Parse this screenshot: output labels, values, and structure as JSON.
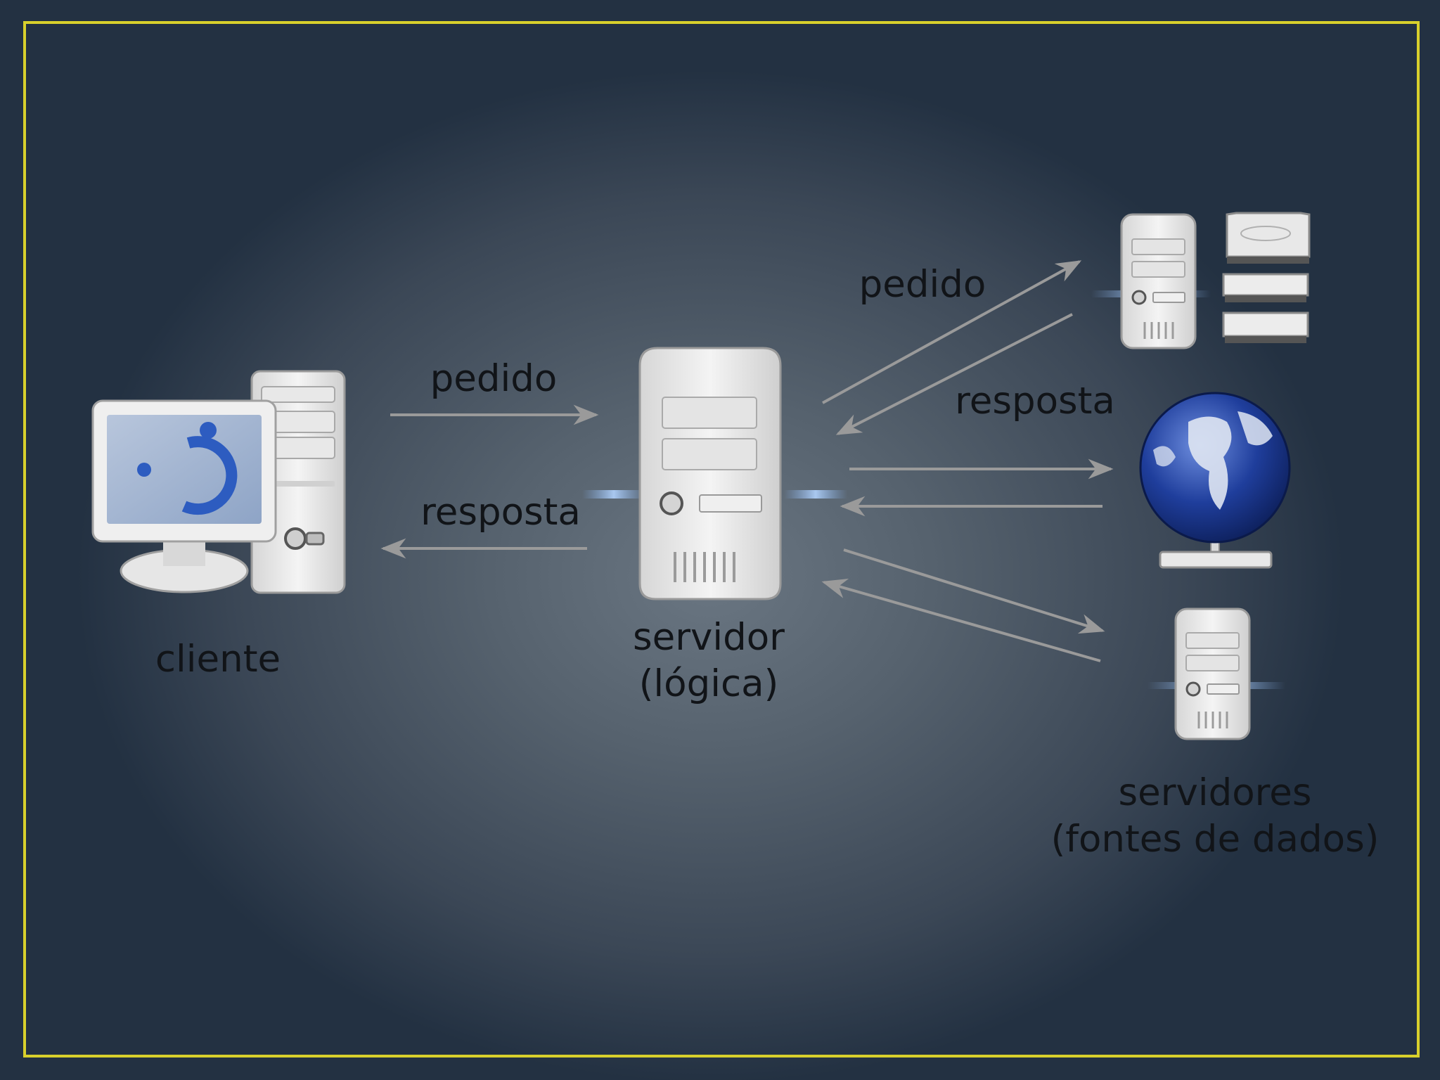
{
  "diagram": {
    "client": {
      "label": "cliente"
    },
    "logic_server": {
      "label_line1": "servidor",
      "label_line2": "(lógica)"
    },
    "data_servers": {
      "label_line1": "servidores",
      "label_line2": "(fontes de dados)"
    },
    "left_request_label": "pedido",
    "left_response_label": "resposta",
    "right_request_label": "pedido",
    "right_response_label": "resposta"
  },
  "colors": {
    "frame_border": "#d8d02c",
    "arrow": "#9a9a9a",
    "label_text": "#111418",
    "globe": "#1f3e9c",
    "accent_blue": "#3a66c4"
  }
}
